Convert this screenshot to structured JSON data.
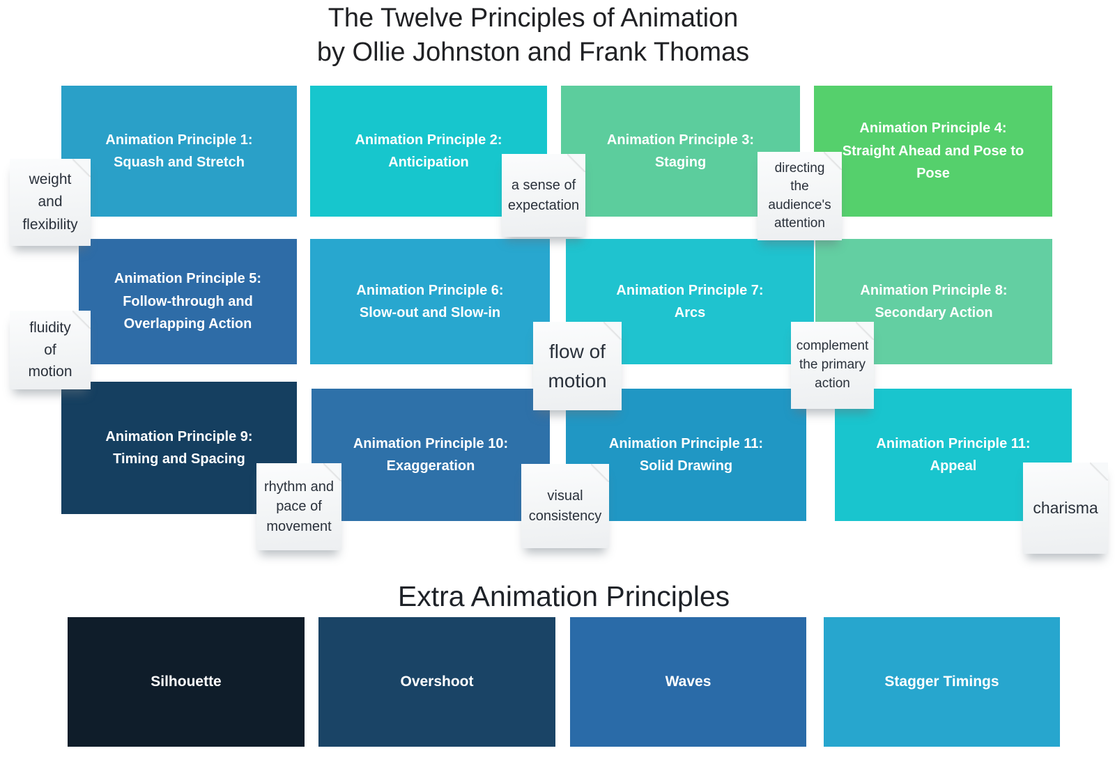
{
  "page": {
    "title": "The Twelve Principles of Animation\nby Ollie Johnston and Frank Thomas",
    "extra_section_title": "Extra Animation Principles",
    "background_color": "#ffffff",
    "title_color": "#202124",
    "card_text_color": "#ffffff"
  },
  "principles": [
    {
      "id": 1,
      "label": "Animation Principle 1:\nSquash and Stretch",
      "color": "#2AA0C8"
    },
    {
      "id": 2,
      "label": "Animation Principle 2:\nAnticipation",
      "color": "#17C6CD"
    },
    {
      "id": 3,
      "label": "Animation Principle 3:\nStaging",
      "color": "#5CCD9D"
    },
    {
      "id": 4,
      "label": "Animation Principle 4:\nStraight Ahead and Pose to\nPose",
      "color": "#55D06C"
    },
    {
      "id": 5,
      "label": "Animation Principle 5:\nFollow-through and\nOverlapping Action",
      "color": "#2E6CA7"
    },
    {
      "id": 6,
      "label": "Animation Principle 6:\nSlow-out and Slow-in",
      "color": "#28A7CF"
    },
    {
      "id": 7,
      "label": "Animation Principle 7:\nArcs",
      "color": "#1FC3CF"
    },
    {
      "id": 8,
      "label": "Animation Principle 8:\nSecondary Action",
      "color": "#63CFA2"
    },
    {
      "id": 9,
      "label": "Animation Principle 9:\nTiming and Spacing",
      "color": "#153F60"
    },
    {
      "id": 10,
      "label": "Animation Principle 10:\nExaggeration",
      "color": "#2E71A9"
    },
    {
      "id": 11,
      "label": "Animation Principle 11:\nSolid Drawing",
      "color": "#2097C4"
    },
    {
      "id": 12,
      "label": "Animation Principle 11:\nAppeal",
      "color": "#19C5CE"
    }
  ],
  "extras": [
    {
      "label": "Silhouette",
      "color": "#0F1D2A"
    },
    {
      "label": "Overshoot",
      "color": "#1A4466"
    },
    {
      "label": "Waves",
      "color": "#2A6BA8"
    },
    {
      "label": "Stagger Timings",
      "color": "#27A6CE"
    }
  ],
  "sticky_notes": [
    {
      "text": "weight\nand\nflexibility",
      "relates_to": "Squash and Stretch"
    },
    {
      "text": "fluidity\nof\nmotion",
      "relates_to": "Follow-through and Overlapping Action"
    },
    {
      "text": "a sense of\nexpectation",
      "relates_to": "Anticipation"
    },
    {
      "text": "directing\nthe\naudience's\nattention",
      "relates_to": "Staging"
    },
    {
      "text": "flow of\nmotion",
      "relates_to": "Slow-out and Slow-in / Arcs"
    },
    {
      "text": "complement\nthe primary\naction",
      "relates_to": "Secondary Action"
    },
    {
      "text": "rhythm and\npace of\nmovement",
      "relates_to": "Timing and Spacing"
    },
    {
      "text": "visual\nconsistency",
      "relates_to": "Solid Drawing"
    },
    {
      "text": "charisma",
      "relates_to": "Appeal"
    }
  ],
  "sticky_style": {
    "background": "#f3f5f6",
    "text_color": "#2a313b"
  }
}
